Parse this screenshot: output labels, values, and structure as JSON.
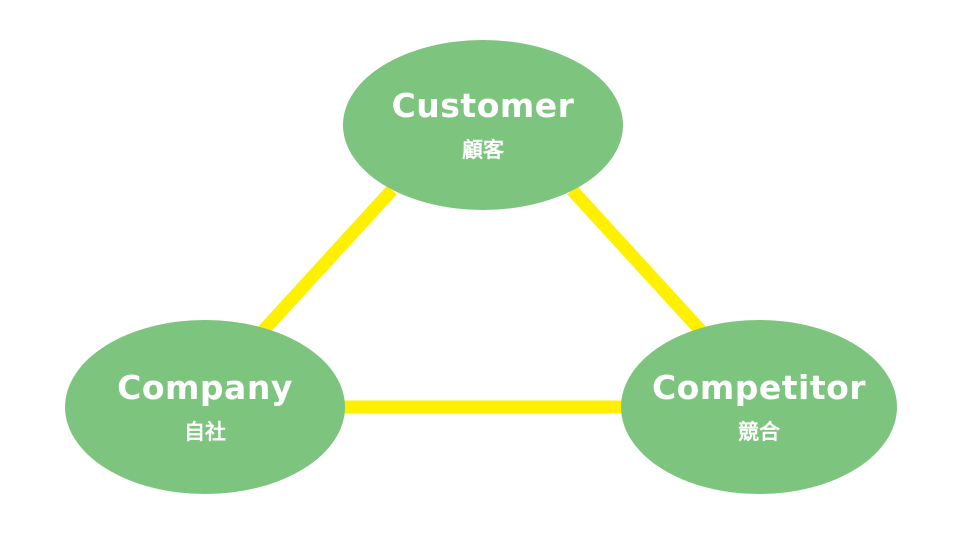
{
  "colors": {
    "node_fill": "#7dc47f",
    "connector": "#fff000",
    "text": "#ffffff"
  },
  "nodes": {
    "customer": {
      "label": "Customer",
      "sublabel": "顧客"
    },
    "company": {
      "label": "Company",
      "sublabel": "自社"
    },
    "competitor": {
      "label": "Competitor",
      "sublabel": "競合"
    }
  }
}
